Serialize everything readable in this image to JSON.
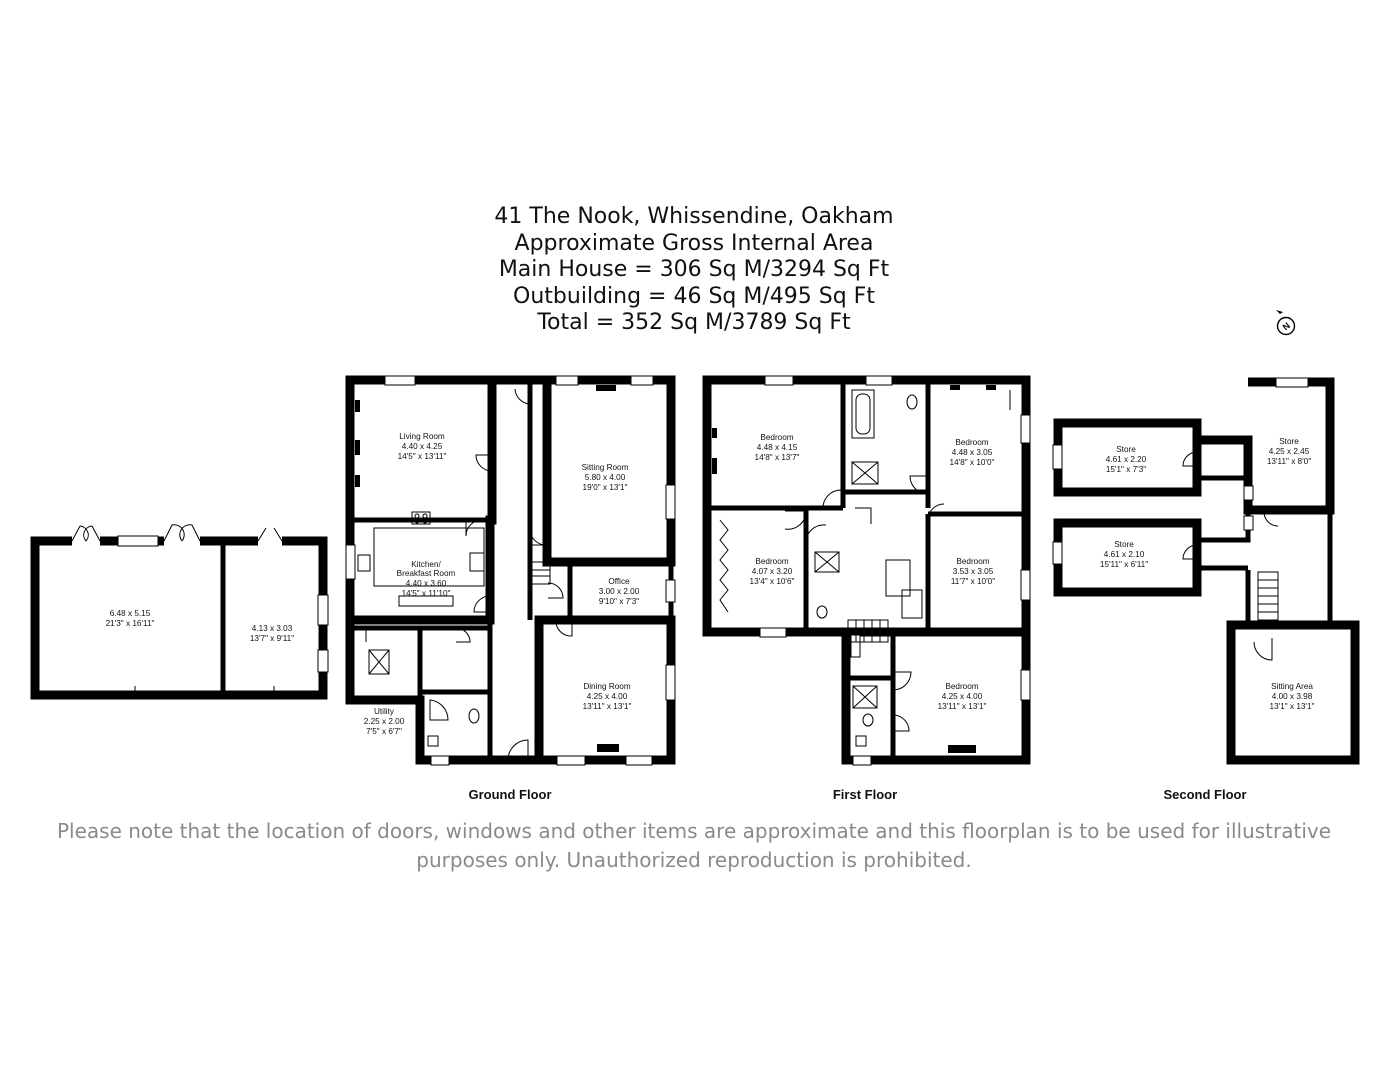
{
  "header": {
    "address": "41 The Nook, Whissendine, Oakham",
    "area_heading": "Approximate Gross Internal Area",
    "main_house": "Main House = 306 Sq M/3294 Sq Ft",
    "outbuilding": "Outbuilding = 46 Sq M/495 Sq Ft",
    "total": "Total = 352 Sq M/3789 Sq Ft"
  },
  "compass": {
    "label": "N"
  },
  "outbuilding": {
    "large": {
      "dims_m": "6.48 x 5.15",
      "dims_ft": "21'3\" x 16'11\""
    },
    "small": {
      "dims_m": "4.13 x 3.03",
      "dims_ft": "13'7\" x 9'11\""
    }
  },
  "ground_floor": {
    "label": "Ground Floor",
    "living_room": {
      "name": "Living Room",
      "dims_m": "4.40 x 4.25",
      "dims_ft": "14'5\" x 13'11\""
    },
    "sitting_room": {
      "name": "Sitting Room",
      "dims_m": "5.80 x 4.00",
      "dims_ft": "19'0\" x 13'1\""
    },
    "kitchen": {
      "name_line1": "Kitchen/",
      "name_line2": "Breakfast Room",
      "dims_m": "4.40 x 3.60",
      "dims_ft": "14'5\" x 11'10\""
    },
    "office": {
      "name": "Office",
      "dims_m": "3.00 x 2.00",
      "dims_ft": "9'10\" x 7'3\""
    },
    "dining_room": {
      "name": "Dining Room",
      "dims_m": "4.25 x 4.00",
      "dims_ft": "13'11\" x 13'1\""
    },
    "utility": {
      "name": "Utility",
      "dims_m": "2.25 x 2.00",
      "dims_ft": "7'5\" x 6'7\""
    }
  },
  "first_floor": {
    "label": "First Floor",
    "bedroom_nw": {
      "name": "Bedroom",
      "dims_m": "4.48 x 4.15",
      "dims_ft": "14'8\" x 13'7\""
    },
    "bedroom_ne": {
      "name": "Bedroom",
      "dims_m": "4.48 x 3.05",
      "dims_ft": "14'8\" x 10'0\""
    },
    "bedroom_w": {
      "name": "Bedroom",
      "dims_m": "4.07 x 3.20",
      "dims_ft": "13'4\" x 10'6\""
    },
    "bedroom_e": {
      "name": "Bedroom",
      "dims_m": "3.53 x 3.05",
      "dims_ft": "11'7\" x 10'0\""
    },
    "bedroom_s": {
      "name": "Bedroom",
      "dims_m": "4.25 x 4.00",
      "dims_ft": "13'11\" x 13'1\""
    }
  },
  "second_floor": {
    "label": "Second Floor",
    "store_1": {
      "name": "Store",
      "dims_m": "4.61 x 2.20",
      "dims_ft": "15'1\" x 7'3\""
    },
    "store_2": {
      "name": "Store",
      "dims_m": "4.25 x 2.45",
      "dims_ft": "13'11\" x 8'0\""
    },
    "store_3": {
      "name": "Store",
      "dims_m": "4.61 x 2.10",
      "dims_ft": "15'11\" x 6'11\""
    },
    "sitting_area": {
      "name": "Sitting Area",
      "dims_m": "4.00 x 3.98",
      "dims_ft": "13'1\" x 13'1\""
    }
  },
  "disclaimer": {
    "line1": "Please note that the location of doors, windows and other items are approximate and this floorplan is to be used for illustrative",
    "line2": "purposes only. Unauthorized reproduction is prohibited."
  }
}
